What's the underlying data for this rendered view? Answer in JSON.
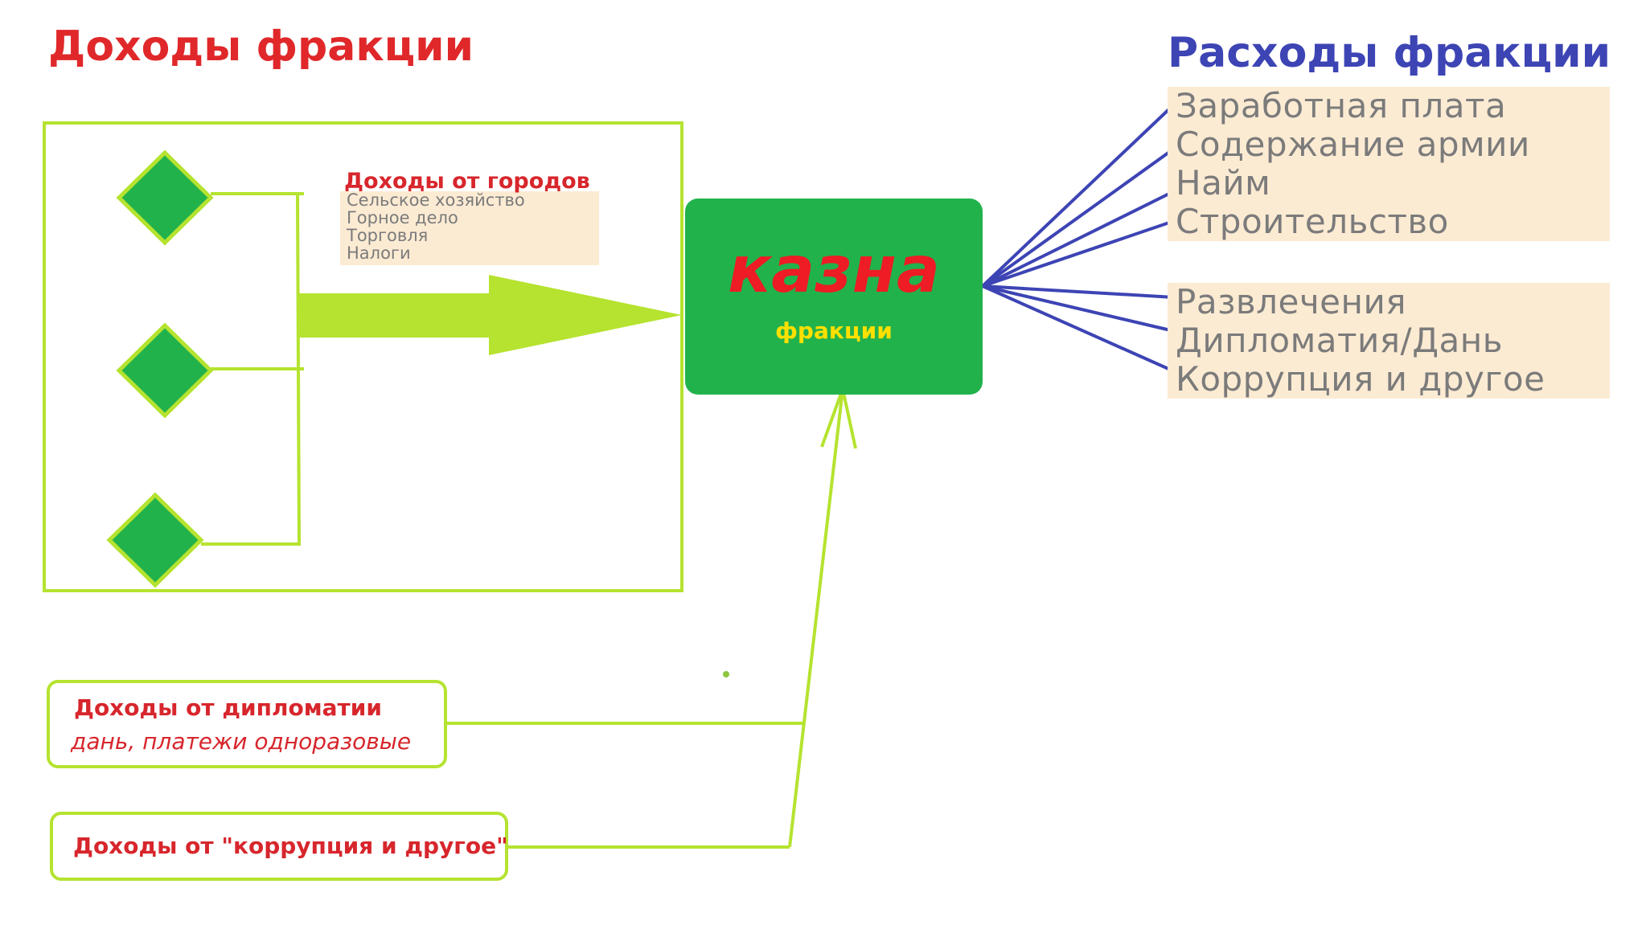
{
  "income_title": "Доходы фракции",
  "expense_title": "Расходы фракции",
  "city_income": {
    "title": "Доходы от городов",
    "items": [
      "Сельское хозяйство",
      "Горное дело",
      "Торговля",
      "Налоги"
    ]
  },
  "treasury": {
    "main": "казна",
    "sub": "фракции"
  },
  "expenses": {
    "group1": [
      "Заработная плата",
      "Содержание армии",
      "Найм",
      "Строительство"
    ],
    "group2": [
      "Развлечения",
      "Дипломатия/Дань",
      "Коррупция и другое"
    ]
  },
  "sources": {
    "diplomacy": {
      "title": "Доходы от дипломатии",
      "subtitle": "дань, платежи одноразовые"
    },
    "corruption": {
      "title": "Доходы от \"коррупция и другое\""
    }
  },
  "colors": {
    "income_red": "#e0282a",
    "expense_blue": "#3d44b4",
    "lime": "#b5e32f",
    "treasury_green": "#22b24c",
    "list_bg": "#fcebd3",
    "list_text": "#7b7b7b"
  }
}
